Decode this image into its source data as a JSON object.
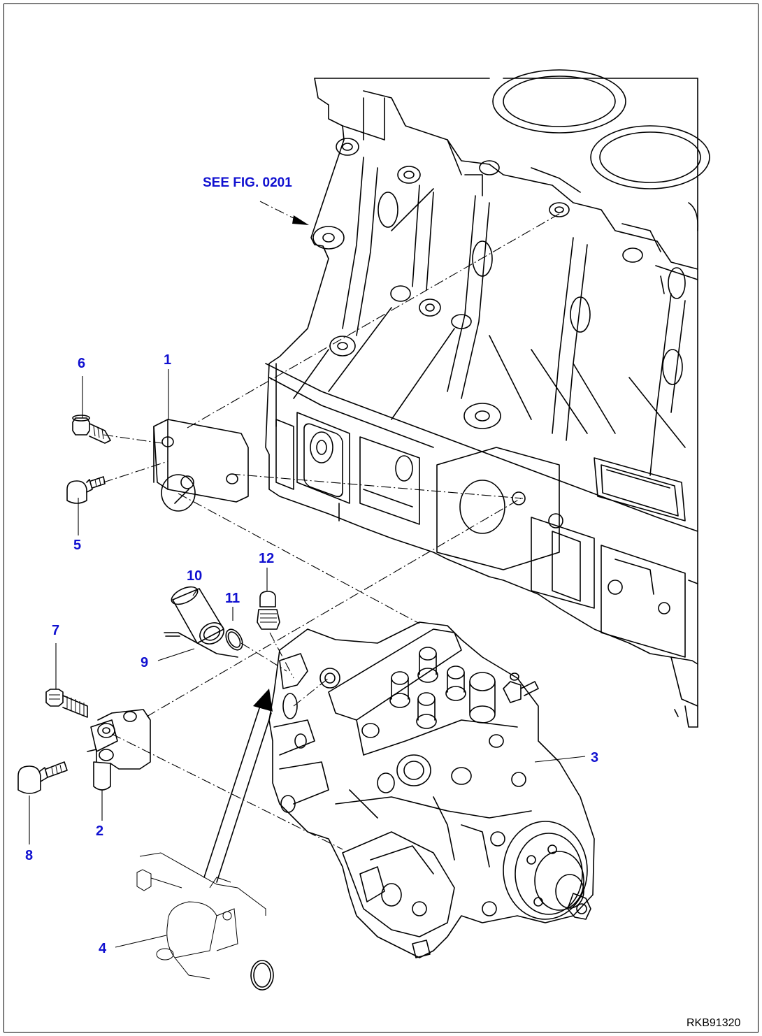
{
  "drawing": {
    "reference_label": "SEE FIG. 0201",
    "drawing_code": "RKB91320"
  },
  "callouts": [
    {
      "id": "c1",
      "label": "1"
    },
    {
      "id": "c2",
      "label": "2"
    },
    {
      "id": "c3",
      "label": "3"
    },
    {
      "id": "c4",
      "label": "4"
    },
    {
      "id": "c5",
      "label": "5"
    },
    {
      "id": "c6",
      "label": "6"
    },
    {
      "id": "c7",
      "label": "7"
    },
    {
      "id": "c8",
      "label": "8"
    },
    {
      "id": "c9",
      "label": "9"
    },
    {
      "id": "c10",
      "label": "10"
    },
    {
      "id": "c11",
      "label": "11"
    },
    {
      "id": "c12",
      "label": "12"
    }
  ]
}
